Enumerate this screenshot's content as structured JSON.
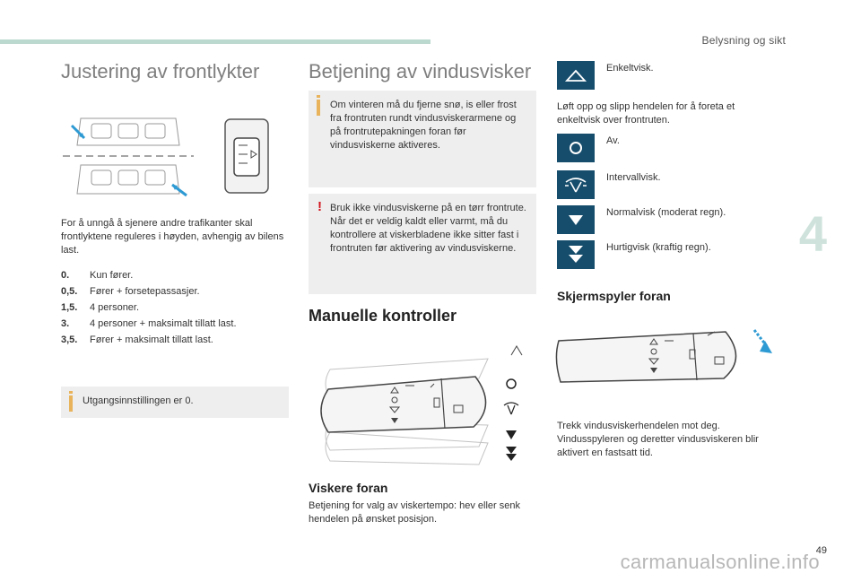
{
  "header": {
    "section_title": "Belysning og sikt",
    "chapter_number": "4",
    "page_number": "49"
  },
  "watermark": "carmanualsonline.info",
  "headlamp": {
    "title": "Justering av frontlykter",
    "intro": "For å unngå å sjenere andre trafikanter skal frontlyktene reguleres i høyden, avhengig av bilens last.",
    "positions": [
      {
        "key": "0.",
        "label": "Kun fører."
      },
      {
        "key": "0,5.",
        "label": "Fører + forsetepassasjer."
      },
      {
        "key": "1,5.",
        "label": "4 personer."
      },
      {
        "key": "3.",
        "label": "4 personer + maksimalt tillatt last."
      },
      {
        "key": "3,5.",
        "label": "Fører + maksimalt tillatt last."
      }
    ],
    "default_note": "Utgangsinnstillingen er 0."
  },
  "wipers": {
    "title": "Betjening av vindusvisker",
    "info_note": "Om vinteren må du fjerne snø, is eller frost fra frontruten rundt vindusviskerarmene og på frontrutepakningen foran før vindusviskerne aktiveres.",
    "warning_note": "Bruk ikke vindusviskerne på en tørr frontrute. Når det er veldig kaldt eller varmt, må du kontrollere at viskerbladene ikke sitter fast i frontruten før aktivering av vindusviskerne.",
    "manual_title": "Manuelle kontroller",
    "front_title": "Viskere foran",
    "front_text": "Betjening for valg av viskertempo: hev eller senk hendelen på ønsket posisjon.",
    "single_label": "Enkeltvisk.",
    "single_text": "Løft opp og slipp hendelen for å foreta et enkeltvisk over frontruten.",
    "modes": [
      "Av.",
      "Intervallvisk.",
      "Normalvisk (moderat regn).",
      "Hurtigvisk (kraftig regn)."
    ],
    "washer_title": "Skjermspyler foran",
    "washer_text": "Trekk vindusviskerhendelen mot deg. Vindusspyleren og deretter vindusviskeren blir aktivert en fastsatt tid."
  },
  "colors": {
    "accent": "#164d6c",
    "rule": "#bcd9cf",
    "warning": "#d2141e",
    "info": "#e8b35b"
  }
}
